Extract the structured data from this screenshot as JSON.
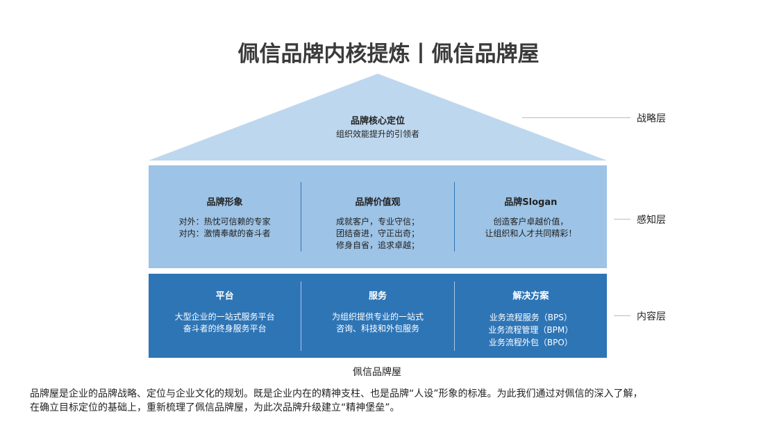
{
  "title": "佩信品牌内核提炼丨佩信品牌屋",
  "roof": {
    "heading": "品牌核心定位",
    "text": "组织效能提升的引领者"
  },
  "middle": [
    {
      "heading": "品牌形象",
      "lines": [
        "对外：热忱可信赖的专家",
        "对内：激情奉献的奋斗者"
      ]
    },
    {
      "heading": "品牌价值观",
      "lines": [
        "成就客户，专业守信；",
        "团结奋进，守正出奇；",
        "修身自省，追求卓越；"
      ]
    },
    {
      "heading": "品牌Slogan",
      "lines": [
        "创造客户卓越价值，",
        "让组织和人才共同精彩！"
      ]
    }
  ],
  "bottom": [
    {
      "heading": "平台",
      "lines": [
        "大型企业的一站式服务平台",
        "奋斗者的终身服务平台"
      ]
    },
    {
      "heading": "服务",
      "lines": [
        "为组织提供专业的一站式",
        "咨询、科技和外包服务"
      ]
    },
    {
      "heading": "解决方案",
      "lines": [
        "业务流程服务（BPS）",
        "业务流程管理（BPM）",
        "业务流程外包（BPO）"
      ]
    }
  ],
  "layers": {
    "strategy": "战略层",
    "perception": "感知层",
    "content": "内容层"
  },
  "caption": "佩信品牌屋",
  "paragraph": [
    "品牌屋是企业的品牌战略、定位与企业文化的规划。既是企业内在的精神支柱、也是品牌“人设”形象的标准。为此我们通过对佩信的深入了解，",
    "在确立目标定位的基础上，重新梳理了佩信品牌屋，为此次品牌升级建立“精神堡垒”。"
  ],
  "colors": {
    "roof": "#bdd7ee",
    "middle": "#9dc3e6",
    "bottom": "#2e75b6"
  }
}
